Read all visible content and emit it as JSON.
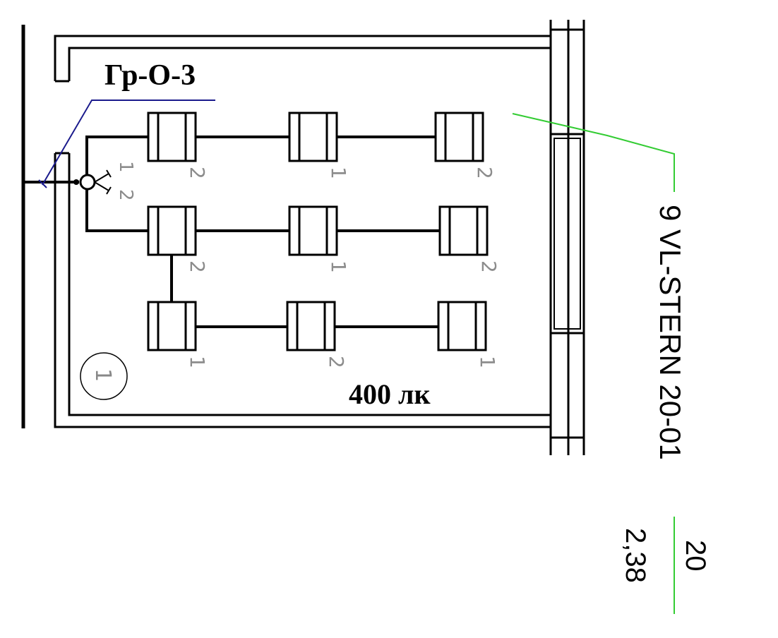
{
  "plan": {
    "group_label": "Гр-О-3",
    "illuminance": "400 лк",
    "room_number": "1",
    "switch_labels": [
      "1",
      "2"
    ],
    "lamps": [
      {
        "row": 1,
        "col": 1,
        "label": "2"
      },
      {
        "row": 1,
        "col": 2,
        "label": "1"
      },
      {
        "row": 1,
        "col": 3,
        "label": "2"
      },
      {
        "row": 2,
        "col": 1,
        "label": "2"
      },
      {
        "row": 2,
        "col": 2,
        "label": "1"
      },
      {
        "row": 2,
        "col": 3,
        "label": "2"
      },
      {
        "row": 3,
        "col": 1,
        "label": "1"
      },
      {
        "row": 3,
        "col": 2,
        "label": "2"
      },
      {
        "row": 3,
        "col": 3,
        "label": "1"
      }
    ],
    "fixture_spec": "9 VL-STERN 20-01",
    "power_top": "20",
    "power_bottom": "2,38"
  },
  "colors": {
    "line": "#000000",
    "group_leader": "#1a1a8c",
    "spec_leader": "#33cc33",
    "label_gray": "#8c8c8c"
  }
}
